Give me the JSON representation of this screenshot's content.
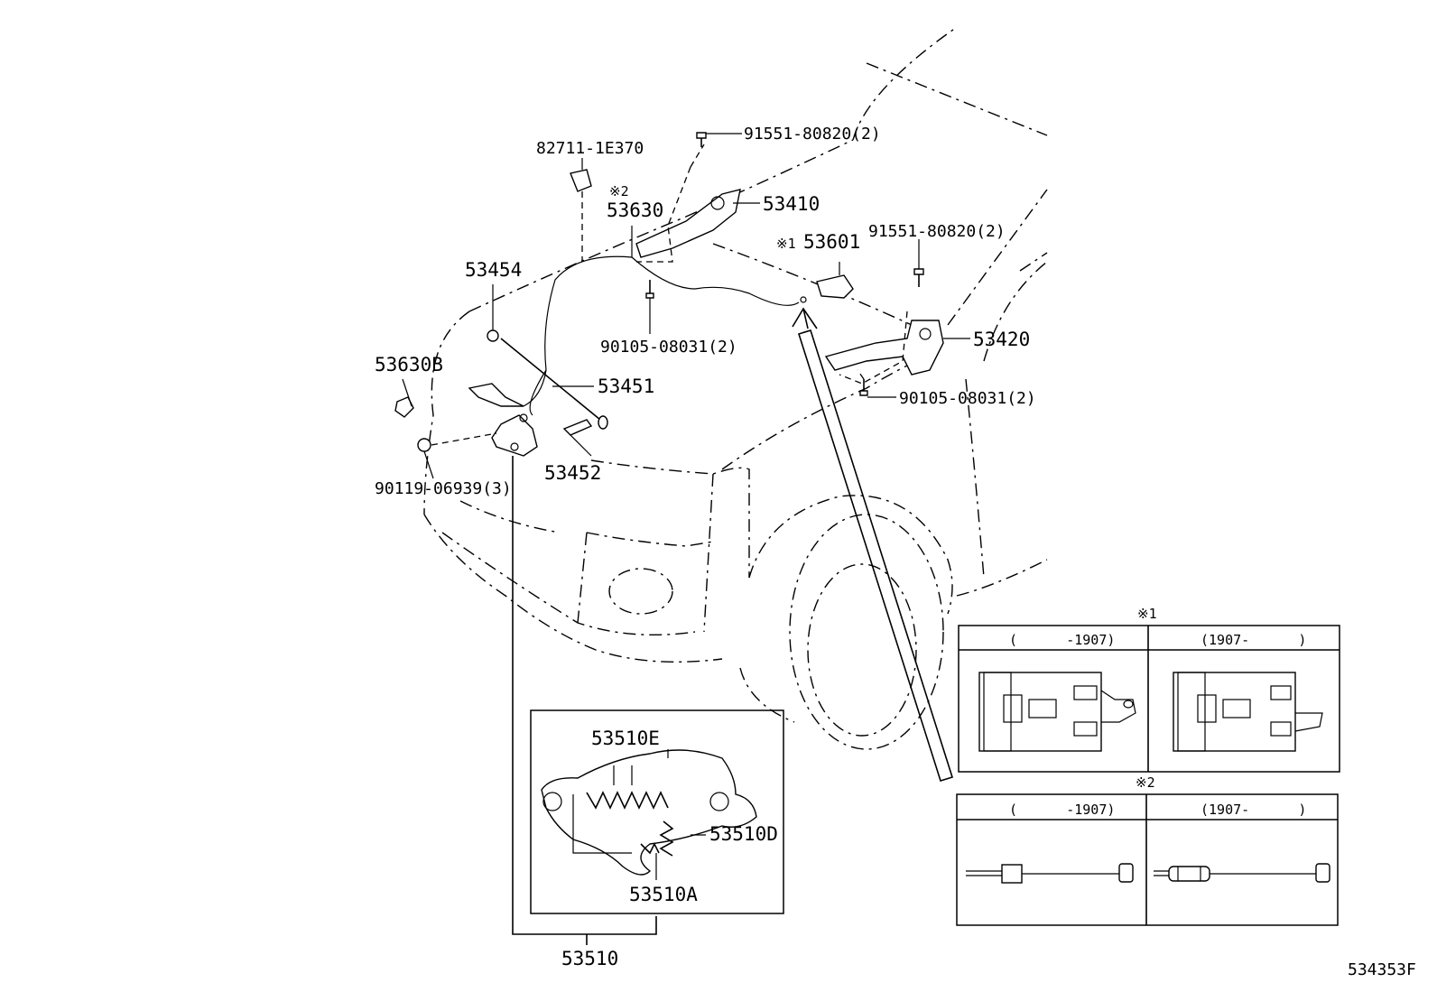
{
  "labels": {
    "p82711": "82711-1E370",
    "p91551a": "91551-80820(2)",
    "mark2": "※2",
    "p53630": "53630",
    "p53410": "53410",
    "mark1": "※1",
    "p53601": "53601",
    "p91551b": "91551-80820(2)",
    "p53454": "53454",
    "p90105a": "90105-08031(2)",
    "p53420": "53420",
    "p53630B": "53630B",
    "p53451": "53451",
    "p90105b": "90105-08031(2)",
    "p53452": "53452",
    "p90119": "90119-06939(3)",
    "p53510E": "53510E",
    "p53510D": "53510D",
    "p53510A": "53510A",
    "p53510": "53510",
    "ref": "534353F"
  },
  "inset1": {
    "title": "※1",
    "col1": "(      -1907)",
    "col2": "(1907-      )"
  },
  "inset2": {
    "title": "※2",
    "col1": "(      -1907)",
    "col2": "(1907-      )"
  }
}
